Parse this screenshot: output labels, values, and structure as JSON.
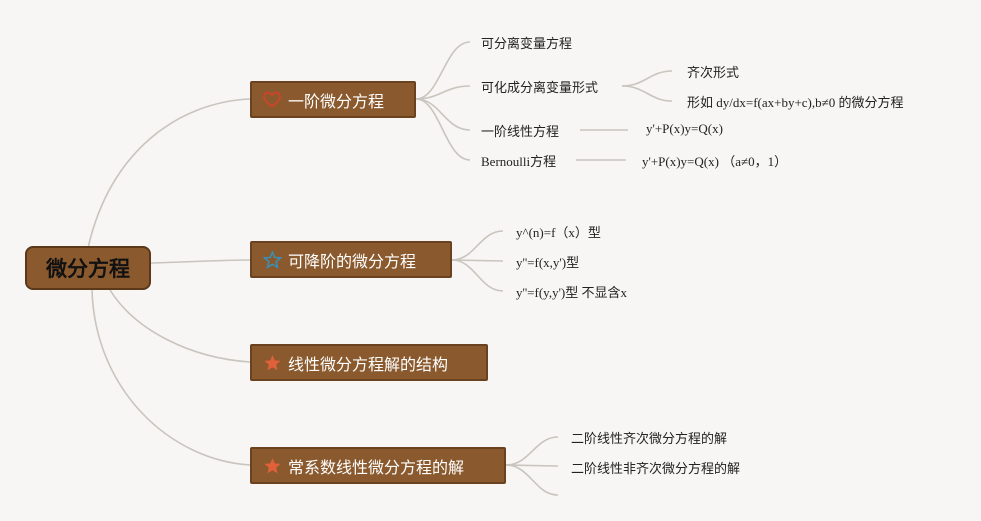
{
  "root": {
    "label": "微分方程"
  },
  "branches": [
    {
      "label": "一阶微分方程",
      "icon": "heart-outline-icon"
    },
    {
      "label": "可降阶的微分方程",
      "icon": "star-outline-icon"
    },
    {
      "label": "线性微分方程解的结构",
      "icon": "star-filled-icon"
    },
    {
      "label": "常系数线性微分方程的解",
      "icon": "star-filled-icon"
    }
  ],
  "first_order": {
    "separable": "可分离变量方程",
    "reducible": "可化成分离变量形式",
    "homogeneous": "齐次形式",
    "form_linear_arg": "形如 dy/dx=f(ax+by+c),b≠0 的微分方程",
    "linear": "一阶线性方程",
    "linear_eq": "y'+P(x)y=Q(x)",
    "bernoulli": "Bernoulli方程",
    "bernoulli_eq": "y'+P(x)y=Q(x) （a≠0，1）"
  },
  "reducible_order": {
    "type1": "y^(n)=f（x）型",
    "type2": "y''=f(x,y')型",
    "type3": "y''=f(y,y')型   不显含x"
  },
  "const_coeff": {
    "homogeneous": "二阶线性齐次微分方程的解",
    "nonhomogeneous": "二阶线性非齐次微分方程的解"
  },
  "colors": {
    "background": "#f7f6f4",
    "node_fill": "#8a5a2e",
    "connector": "#c9c4bd",
    "heart": "#d9402a",
    "star_outline": "#3b8fb5",
    "star_filled": "#e0603a"
  }
}
